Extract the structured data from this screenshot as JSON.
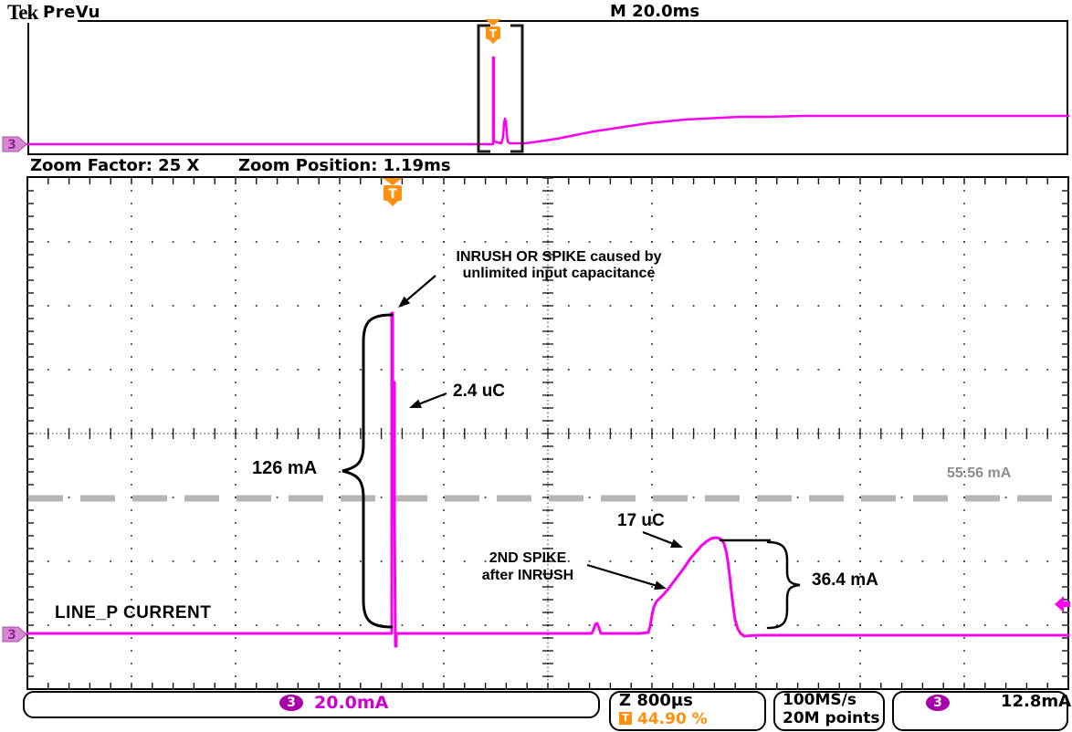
{
  "header": {
    "brand": "Tek",
    "acq_status": "PreVu",
    "main_timebase": "M 20.0ms"
  },
  "zoom_bar": {
    "factor_label": "Zoom Factor: 25 X",
    "position_label": "Zoom Position: 1.19ms"
  },
  "channel": {
    "number": "3"
  },
  "trigger": {
    "letter": "T"
  },
  "annotations": {
    "inrush_line1": "INRUSH OR SPIKE caused by",
    "inrush_line2": "unlimited input capacitance",
    "charge1": "2.4 uC",
    "inrush_amplitude": "126 mA",
    "limit_level": "55.56 mA",
    "charge2": "17 uC",
    "second_spike_line1": "2ND SPIKE",
    "second_spike_line2": "after INRUSH",
    "second_amplitude": "36.4 mA",
    "trace_label": "LINE_P CURRENT"
  },
  "status_bar": {
    "ch3_scale": "20.0mA",
    "zoom_timebase": "Z 800µs",
    "trigger_position": "44.90 %",
    "sample_rate": "100MS/s",
    "record_length": "20M points",
    "trigger_source": "3",
    "trigger_level": "12.8mA"
  },
  "colors": {
    "trace": "#f800f0",
    "badge": "#a800a8",
    "scale_text": "#cf00cf",
    "orange": "#ff9010",
    "limit_gray": "#b5b5b5",
    "tag_fill": "#d887d8",
    "tag_stroke": "#a352a3",
    "tag_text": "#8b2d8b"
  },
  "waveform": {
    "overview_points": [
      [
        30,
        158
      ],
      [
        539,
        158
      ],
      [
        540,
        158
      ],
      [
        540,
        63
      ],
      [
        541,
        63
      ],
      [
        541,
        155
      ],
      [
        549,
        157
      ],
      [
        551,
        150
      ],
      [
        552,
        135
      ],
      [
        553,
        130
      ],
      [
        554,
        133
      ],
      [
        555,
        146
      ],
      [
        556,
        155
      ],
      [
        558,
        157
      ],
      [
        575,
        157
      ],
      [
        590,
        155
      ],
      [
        610,
        152
      ],
      [
        630,
        148
      ],
      [
        650,
        144
      ],
      [
        670,
        141
      ],
      [
        690,
        138
      ],
      [
        710,
        135
      ],
      [
        730,
        133
      ],
      [
        750,
        131
      ],
      [
        770,
        130
      ],
      [
        790,
        129
      ],
      [
        810,
        128
      ],
      [
        840,
        128
      ],
      [
        880,
        127
      ],
      [
        1170,
        127
      ]
    ],
    "main_points": [
      [
        30,
        694
      ],
      [
        427,
        694
      ],
      [
        429,
        694
      ],
      [
        429,
        343
      ],
      [
        430,
        343
      ],
      [
        430,
        460
      ],
      [
        431,
        419
      ],
      [
        432,
        419
      ],
      [
        432,
        560
      ],
      [
        433,
        708
      ],
      [
        434,
        708
      ],
      [
        434,
        694
      ],
      [
        500,
        694
      ],
      [
        648,
        694
      ],
      [
        650,
        690
      ],
      [
        652,
        684
      ],
      [
        654,
        683
      ],
      [
        656,
        688
      ],
      [
        658,
        694
      ],
      [
        700,
        694
      ],
      [
        710,
        693
      ],
      [
        712,
        686
      ],
      [
        714,
        674
      ],
      [
        716,
        665
      ],
      [
        719,
        659
      ],
      [
        723,
        655
      ],
      [
        727,
        651
      ],
      [
        732,
        645
      ],
      [
        738,
        637
      ],
      [
        744,
        629
      ],
      [
        750,
        621
      ],
      [
        756,
        612
      ],
      [
        762,
        605
      ],
      [
        768,
        598
      ],
      [
        774,
        593
      ],
      [
        779,
        590
      ],
      [
        784,
        589
      ],
      [
        788,
        590
      ],
      [
        791,
        592
      ],
      [
        793,
        596
      ],
      [
        795,
        603
      ],
      [
        797,
        614
      ],
      [
        799,
        630
      ],
      [
        801,
        648
      ],
      [
        803,
        665
      ],
      [
        805,
        679
      ],
      [
        808,
        689
      ],
      [
        811,
        694
      ],
      [
        815,
        697
      ],
      [
        830,
        696
      ],
      [
        1170,
        696
      ]
    ]
  }
}
